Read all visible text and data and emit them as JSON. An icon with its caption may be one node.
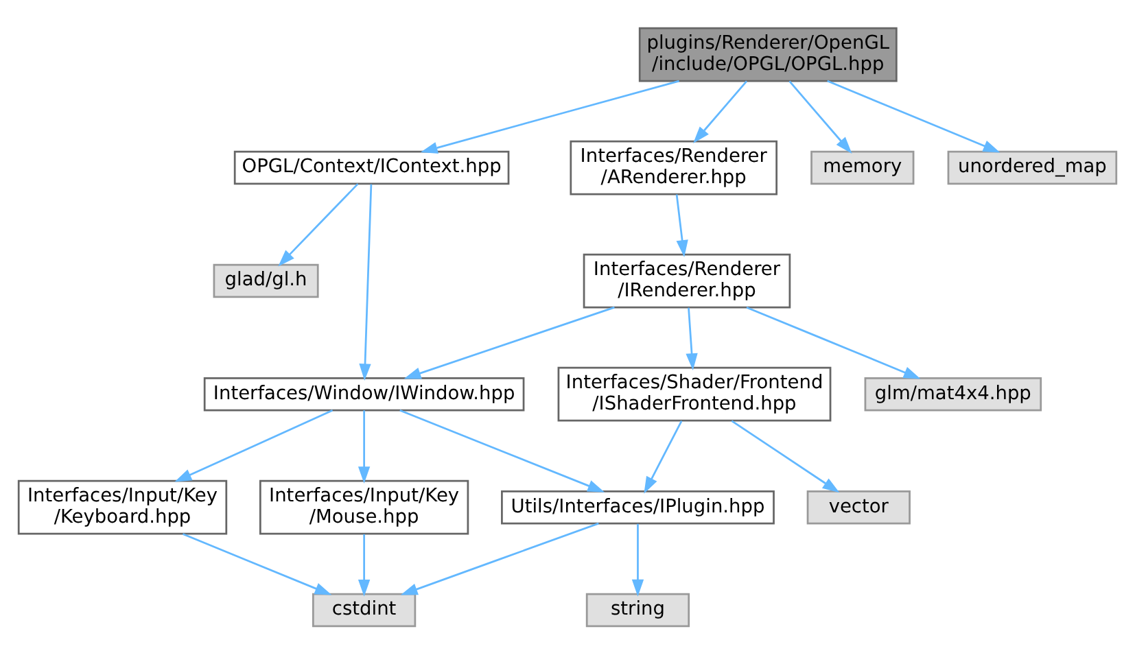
{
  "diagram": {
    "nodes": [
      {
        "text": [
          "plugins/Renderer/OpenGL /include/OPGL/OPGL.hpp"
        ]
      },
      {
        "text": [
          "OPGL/Context/IContext.hpp"
        ]
      },
      {
        "text": [
          "Interfaces/Renderer /ARenderer.hpp"
        ]
      },
      {
        "text": [
          "memory"
        ]
      },
      {
        "text": [
          "unordered_map"
        ]
      },
      {
        "text": [
          "glad/gl.h"
        ]
      },
      {
        "text": [
          "Interfaces/Renderer /IRenderer.hpp"
        ]
      },
      {
        "text": [
          "Interfaces/Window/IWindow.hpp"
        ]
      },
      {
        "text": [
          "Interfaces/Shader/Frontend /IShaderFrontend.hpp"
        ]
      },
      {
        "text": [
          "glm/mat4x4.hpp"
        ]
      },
      {
        "text": [
          "Interfaces/Input/Key /Keyboard.hpp"
        ]
      },
      {
        "text": [
          "Interfaces/Input/Key /Mouse.hpp"
        ]
      },
      {
        "text": [
          "Utils/Interfaces/IPlugin.hpp"
        ]
      },
      {
        "text": [
          "vector"
        ]
      },
      {
        "text": [
          "cstdint"
        ]
      },
      {
        "text": [
          "string"
        ]
      }
    ],
    "edges": [
      {
        "from": 0,
        "to": 1,
        "arrow": "to"
      },
      {
        "from": 0,
        "to": 2,
        "arrow": "to"
      },
      {
        "from": 0,
        "to": 3,
        "arrow": "to"
      },
      {
        "from": 0,
        "to": 4,
        "arrow": "to"
      },
      {
        "from": 1,
        "to": 5,
        "arrow": "to"
      },
      {
        "from": 1,
        "to": 7,
        "arrow": "to"
      },
      {
        "from": 2,
        "to": 6,
        "arrow": "to"
      },
      {
        "from": 6,
        "to": 7,
        "arrow": "to"
      },
      {
        "from": 6,
        "to": 8,
        "arrow": "to"
      },
      {
        "from": 6,
        "to": 9,
        "arrow": "to"
      },
      {
        "from": 7,
        "to": 10,
        "arrow": "to"
      },
      {
        "from": 7,
        "to": 11,
        "arrow": "to"
      },
      {
        "from": 7,
        "to": 12,
        "arrow": "to"
      },
      {
        "from": 8,
        "to": 12,
        "arrow": "to"
      },
      {
        "from": 8,
        "to": 13,
        "arrow": "to"
      },
      {
        "from": 10,
        "to": 14,
        "arrow": "to"
      },
      {
        "from": 11,
        "to": 14,
        "arrow": "to"
      },
      {
        "from": 12,
        "to": 14,
        "arrow": "to"
      },
      {
        "from": 12,
        "to": 15,
        "arrow": "to"
      }
    ]
  }
}
